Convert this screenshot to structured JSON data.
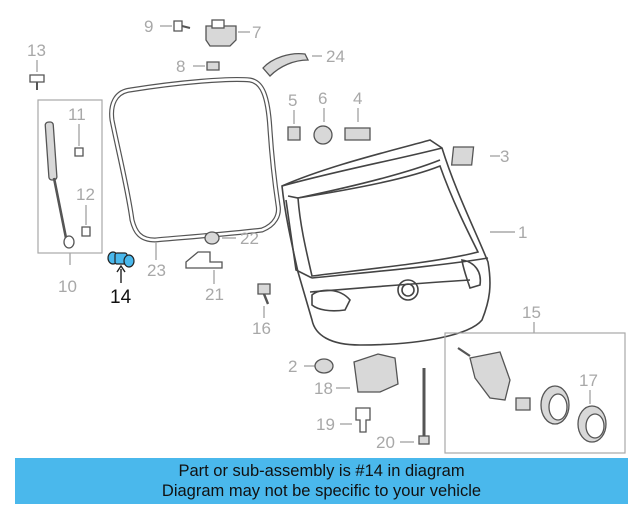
{
  "callouts": {
    "c1": "1",
    "c2": "2",
    "c3": "3",
    "c4": "4",
    "c5": "5",
    "c6": "6",
    "c7": "7",
    "c8": "8",
    "c9": "9",
    "c10": "10",
    "c11": "11",
    "c12": "12",
    "c13": "13",
    "c14": "14",
    "c15": "15",
    "c16": "16",
    "c17": "17",
    "c18": "18",
    "c19": "19",
    "c20": "20",
    "c21": "21",
    "c22": "22",
    "c23": "23",
    "c24": "24"
  },
  "highlighted_part": "14",
  "colors": {
    "highlight": "#4ab8ec",
    "banner_bg": "#4ab8ec",
    "callout": "#a8a8a8"
  },
  "banner": {
    "line1": "Part or sub-assembly is #14 in diagram",
    "line2": "Diagram may not be specific to your vehicle"
  }
}
